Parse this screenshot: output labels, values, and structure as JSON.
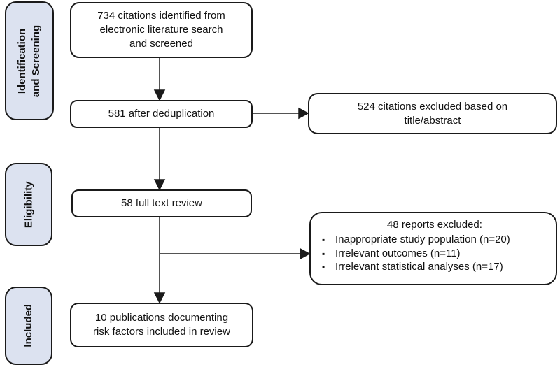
{
  "diagram": {
    "stages": {
      "identification_screening": "Identification\nand Screening",
      "eligibility": "Eligibility",
      "included": "Included"
    },
    "nodes": {
      "identified": "734 citations identified from\nelectronic literature search\nand screened",
      "deduplicated": "581 after deduplication",
      "full_text_review": "58 full text review",
      "included_publications": "10 publications documenting\nrisk factors included in review"
    },
    "exclusions": {
      "title_abstract": "524 citations excluded based on\ntitle/abstract",
      "full_text": {
        "title": "48 reports excluded:",
        "bullet": "▪",
        "items": [
          "Inappropriate study population (n=20)",
          "Irrelevant outcomes (n=11)",
          "Irrelevant statistical analyses (n=17)"
        ]
      }
    },
    "colors": {
      "stage_fill": "#dce2f0",
      "node_fill": "#ffffff",
      "line": "#1a1a1a"
    }
  }
}
